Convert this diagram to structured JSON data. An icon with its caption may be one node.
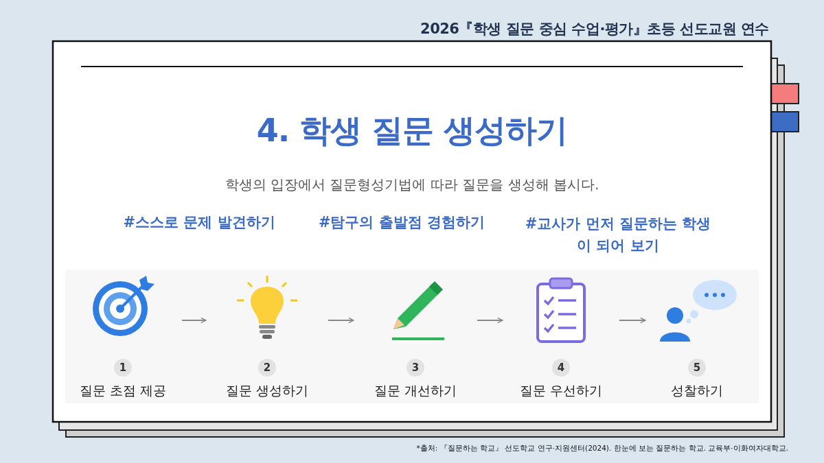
{
  "diagram": {
    "title": "4. 학생 질문 생성하기",
    "nodes": [
      {
        "text": [
          "1",
          "질문 초점 제공"
        ]
      },
      {
        "text": [
          "2",
          "질문 생성하기"
        ]
      },
      {
        "text": [
          "3",
          "질문 개선하기"
        ]
      },
      {
        "text": [
          "4",
          "질문 우선하기"
        ]
      },
      {
        "text": [
          "5",
          "성찰하기"
        ]
      }
    ],
    "edges": [
      {
        "from": 0,
        "to": 1,
        "arrow": "to"
      },
      {
        "from": 1,
        "to": 2,
        "arrow": "to"
      },
      {
        "from": 2,
        "to": 3,
        "arrow": "to"
      },
      {
        "from": 3,
        "to": 4,
        "arrow": "to"
      }
    ],
    "labels": [
      "2026『학생 질문 중심 수업·평가』초등 선도교원 연수",
      "학생의 입장에서 질문형성기법에 따라 질문을 생성해 봅시다.",
      "#스스로 문제 발견하기",
      "#탐구의 출발점 경험하기",
      "#교사가 먼저 질문하는 학생이 되어 보기",
      "*출처: 『질문하는 학교』 선도학교 연구·지원센터(2024). 한눈에 보는 질문하는 학교. 교육부·이화여자대학교."
    ]
  }
}
